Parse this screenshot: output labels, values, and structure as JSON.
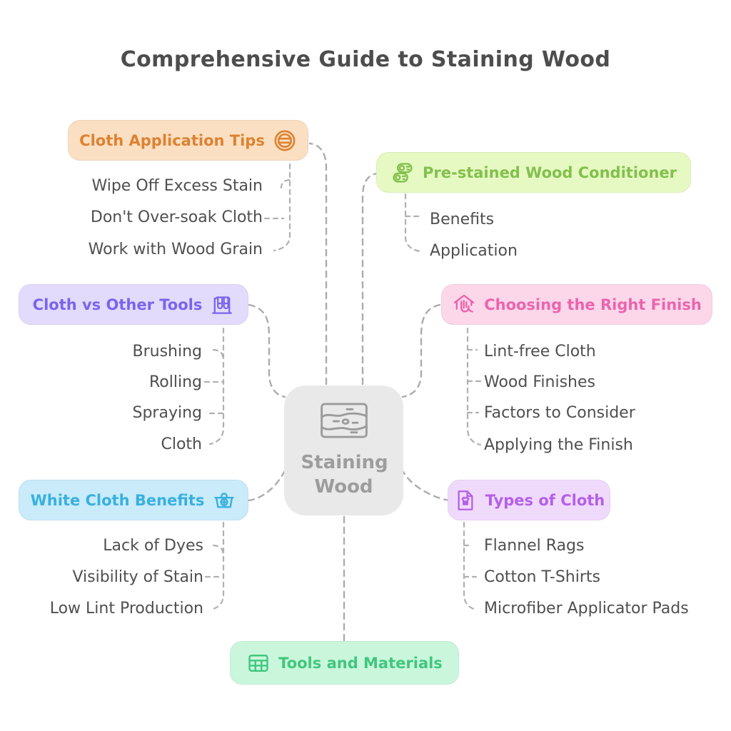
{
  "title": "Comprehensive Guide to Staining Wood",
  "center": {
    "label": "Staining Wood",
    "icon": "wood-plank-icon",
    "bg": "#e9e9e9",
    "text_color": "#9d9d9d"
  },
  "child_text_color": "#4f4f4f",
  "connector_color": "#acacac",
  "branches": [
    {
      "label": "Cloth Application Tips",
      "icon": "cloth-roll-icon",
      "color": "#dd8231",
      "bg": "#fbdfc2",
      "children": [
        "Wipe Off Excess Stain",
        "Don't Over-soak Cloth",
        "Work with Wood Grain"
      ]
    },
    {
      "label": "Pre-stained Wood Conditioner",
      "icon": "wood-logs-icon",
      "color": "#83c04d",
      "bg": "#e6f9c3",
      "children": [
        "Benefits",
        "Application"
      ]
    },
    {
      "label": "Cloth vs Other Tools",
      "icon": "test-tubes-icon",
      "color": "#7d63ee",
      "bg": "#e3dbfc",
      "children": [
        "Brushing",
        "Rolling",
        "Spraying",
        "Cloth"
      ]
    },
    {
      "label": "Choosing the Right Finish",
      "icon": "house-select-icon",
      "color": "#ec64ae",
      "bg": "#fcd7ea",
      "children": [
        "Lint-free Cloth",
        "Wood Finishes",
        "Factors to Consider",
        "Applying the Finish"
      ]
    },
    {
      "label": "White Cloth Benefits",
      "icon": "first-aid-kit-icon",
      "color": "#38b0df",
      "bg": "#c9ebfa",
      "children": [
        "Lack of Dyes",
        "Visibility of Stain",
        "Low Lint Production"
      ]
    },
    {
      "label": "Types of Cloth",
      "icon": "shirt-document-icon",
      "color": "#b45fe9",
      "bg": "#f0dafc",
      "children": [
        "Flannel Rags",
        "Cotton T-Shirts",
        "Microfiber Applicator Pads"
      ]
    },
    {
      "label": "Tools and Materials",
      "icon": "table-grid-icon",
      "color": "#40c77e",
      "bg": "#caf7dc",
      "children": []
    }
  ]
}
